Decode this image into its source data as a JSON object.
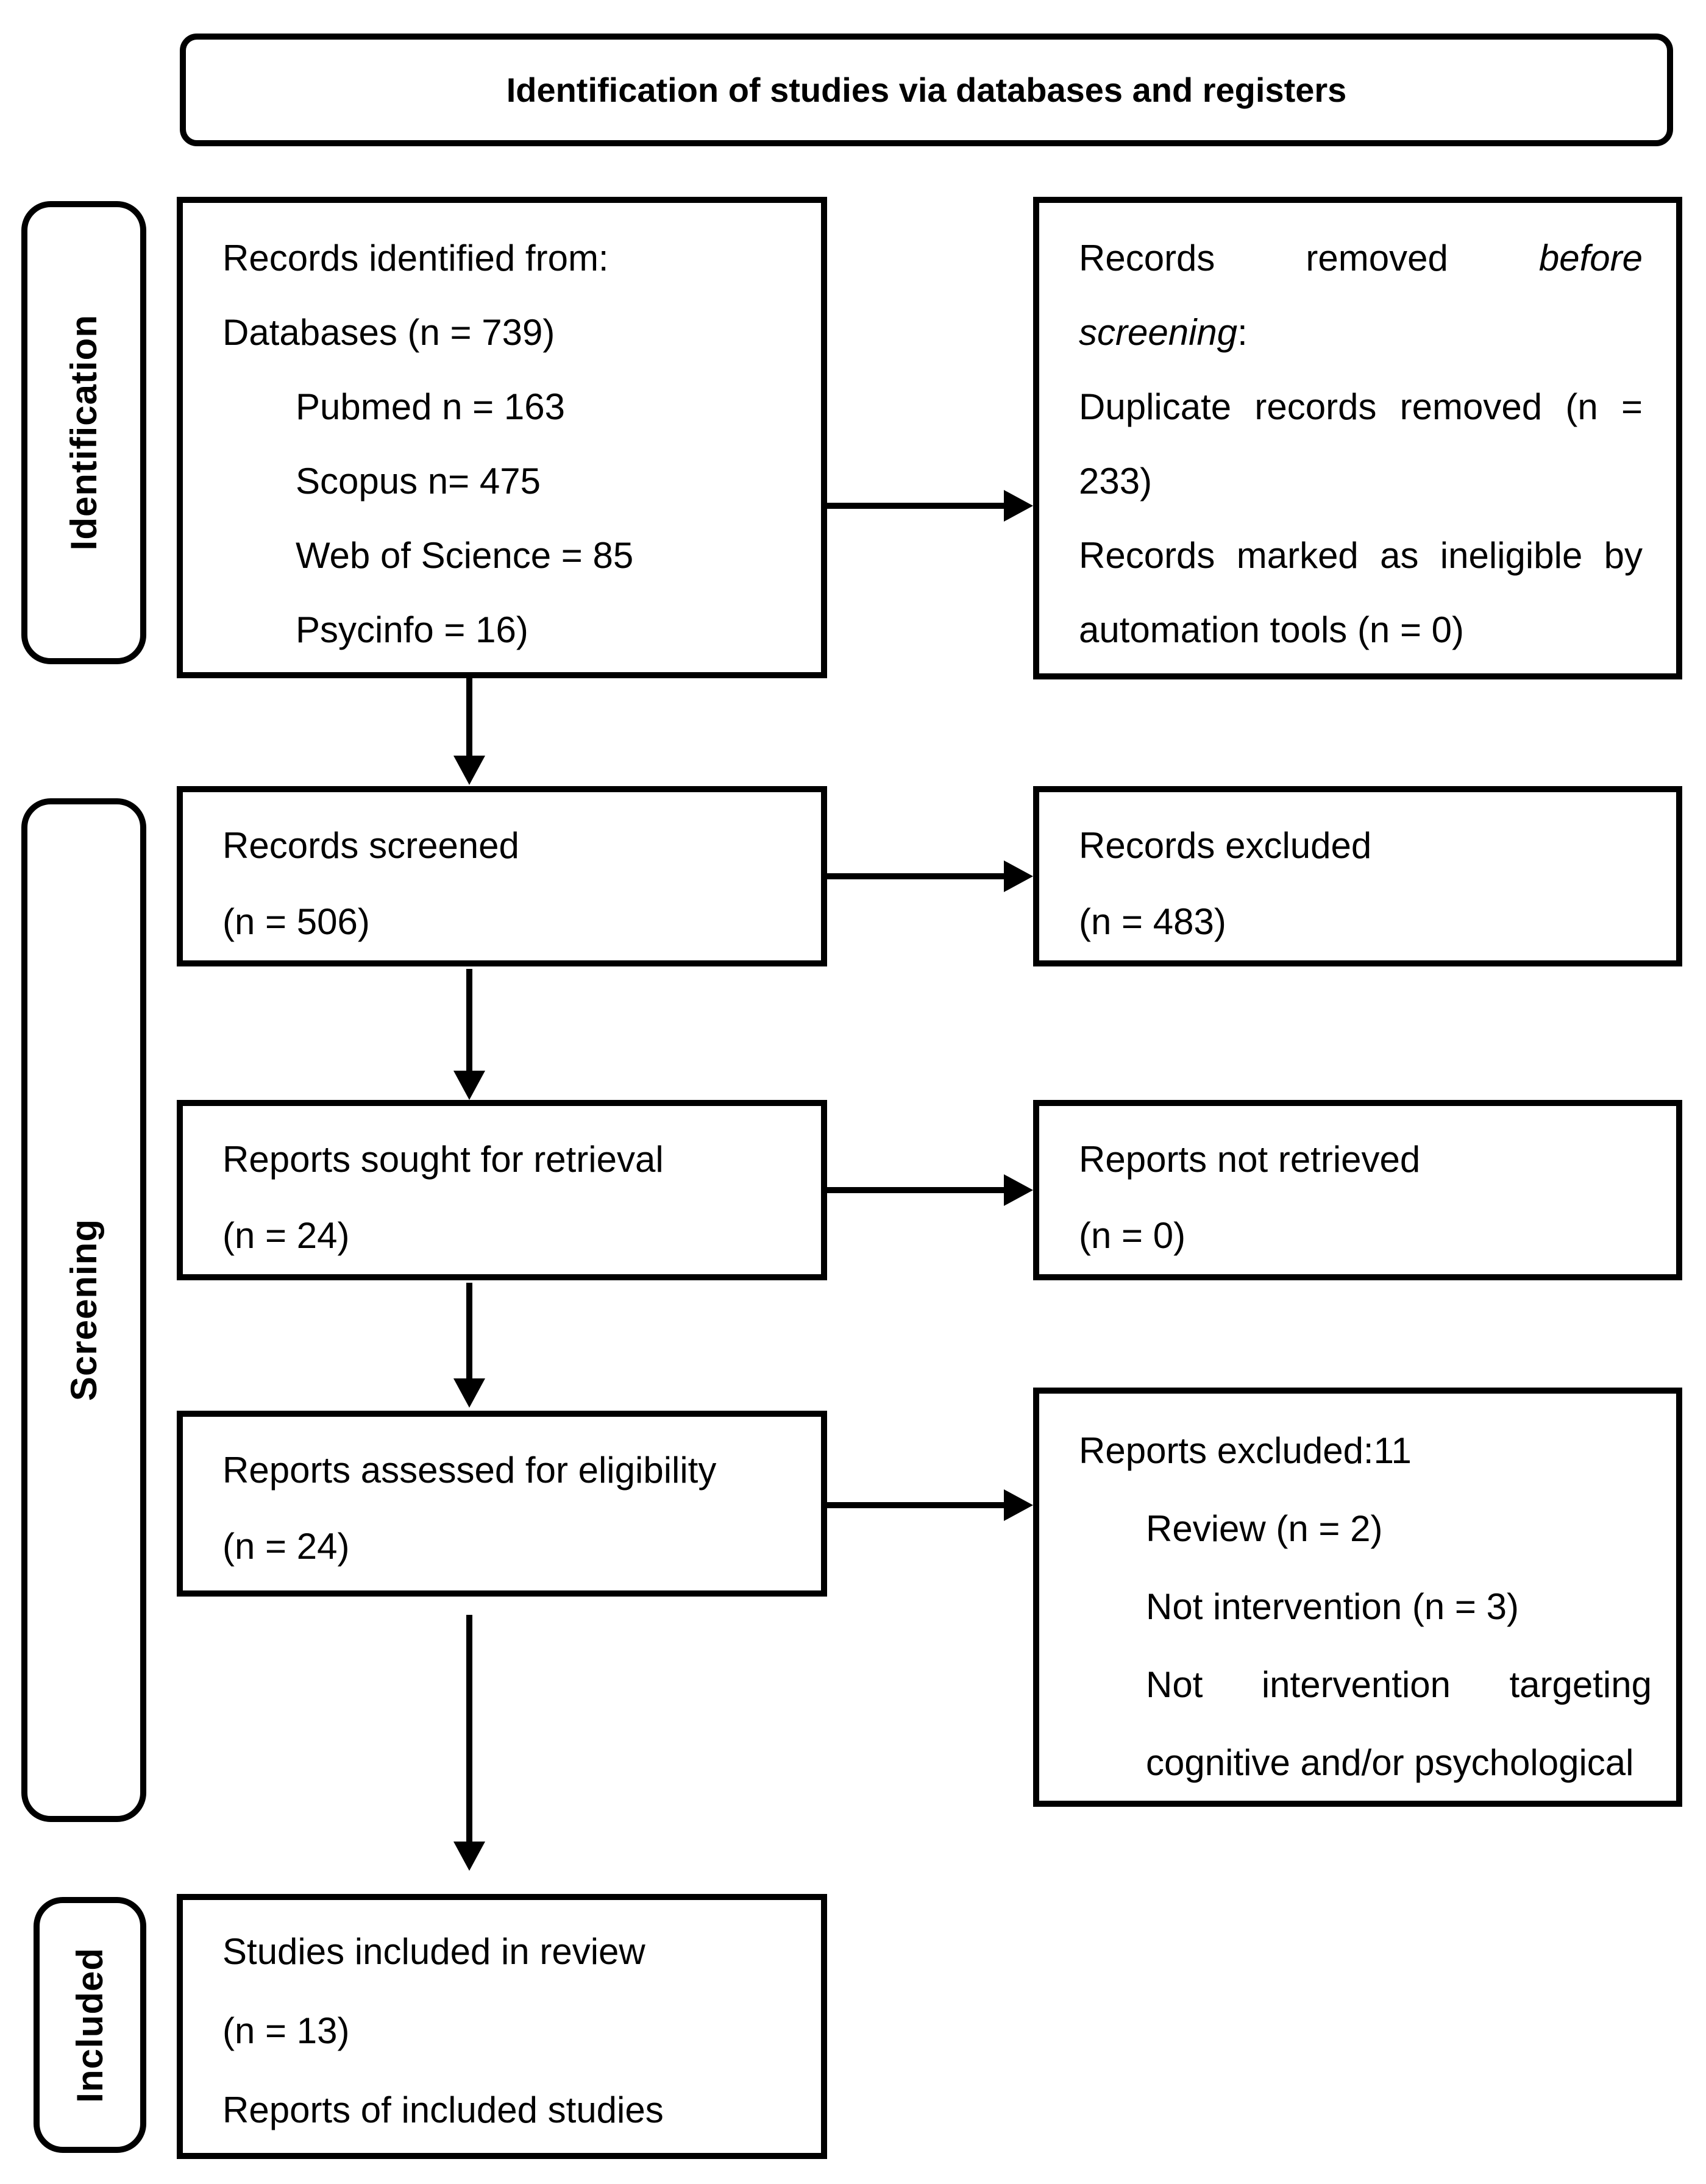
{
  "title": "Identification of studies via databases and registers",
  "sidebar": {
    "identification": "Identification",
    "screening": "Screening",
    "included": "Included"
  },
  "records_identified": {
    "line1": "Records identified from:",
    "line2": "Databases (n = 739)",
    "sub": [
      "Pubmed n = 163",
      "Scopus n= 475",
      "Web of Science = 85",
      "Psycinfo = 16)"
    ]
  },
  "records_removed": {
    "l1_pre": "Records removed",
    "l1_em": "before",
    "l2_em": "screening",
    "l2_post": ":",
    "l3": "Duplicate records removed (n =",
    "l4": "233)",
    "l5": "Records marked as ineligible by",
    "l6": "automation tools (n = 0)"
  },
  "records_screened": {
    "line1": "Records screened",
    "line2": "(n = 506)"
  },
  "records_excluded": {
    "line1": "Records excluded",
    "line2": "(n = 483)"
  },
  "reports_sought": {
    "line1": "Reports sought for retrieval",
    "line2": "(n = 24)"
  },
  "reports_not_retrieved": {
    "line1": "Reports not retrieved",
    "line2": "(n = 0)"
  },
  "reports_assessed": {
    "line1": "Reports assessed for eligibility",
    "line2": "(n = 24)"
  },
  "reports_excluded": {
    "line1": "Reports excluded:11",
    "item1": "Review (n = 2)",
    "item2": "Not intervention (n = 3)",
    "item3a": "Not intervention targeting",
    "item3b": "cognitive and/or psychological"
  },
  "studies_included": {
    "line1": "Studies included in review",
    "line2": "(n = 13)",
    "line3": "Reports of included studies"
  },
  "colors": {
    "ink": "#000000",
    "paper": "#ffffff"
  }
}
